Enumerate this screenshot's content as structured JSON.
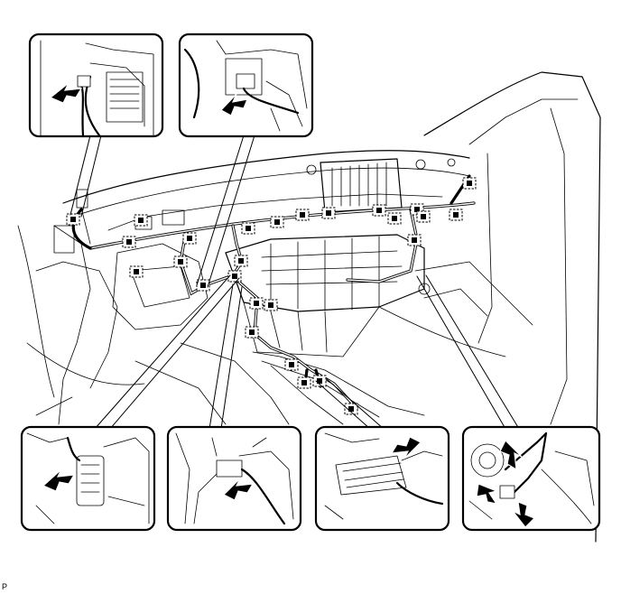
{
  "figure": {
    "code": "P"
  },
  "insets": [
    {
      "id": "top-left",
      "icon": "connector-close-up"
    },
    {
      "id": "top-middle",
      "icon": "connector-close-up"
    },
    {
      "id": "bottom-1",
      "icon": "connector-close-up"
    },
    {
      "id": "bottom-2",
      "icon": "connector-close-up"
    },
    {
      "id": "bottom-3",
      "icon": "connector-close-up"
    },
    {
      "id": "bottom-4",
      "icon": "connector-close-up"
    }
  ],
  "colors": {
    "line": "#000000",
    "background": "#ffffff"
  }
}
